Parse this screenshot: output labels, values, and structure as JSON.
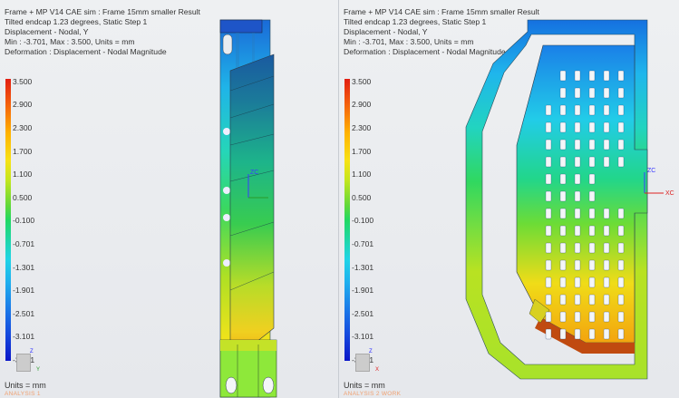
{
  "viewports": [
    {
      "header": [
        "Frame + MP V14 CAE sim : Frame 15mm smaller Result",
        "Tilted endcap 1.23 degrees, Static Step 1",
        "Displacement - Nodal, Y",
        "Min : -3.701, Max : 3.500, Units = mm",
        "Deformation : Displacement - Nodal Magnitude"
      ],
      "units": "Units = mm",
      "analysis": "ANALYSIS 1",
      "csys_label": "ZC",
      "triad": {
        "z": "Z",
        "x": "Y"
      }
    },
    {
      "header": [
        "Frame + MP V14 CAE sim : Frame 15mm smaller Result",
        "Tilted endcap 1.23 degrees, Static Step 1",
        "Displacement - Nodal, Y",
        "Min : -3.701, Max : 3.500, Units = mm",
        "Deformation : Displacement - Nodal Magnitude"
      ],
      "units": "Units = mm",
      "analysis": "ANALYSIS 2 WORK",
      "csys_label": "ZC",
      "csys_label_2": "XC",
      "triad": {
        "z": "Z",
        "x": "X"
      }
    }
  ],
  "legend_values": [
    "3.500",
    "2.900",
    "2.300",
    "1.700",
    "1.100",
    "0.500",
    "-0.100",
    "-0.701",
    "-1.301",
    "-1.901",
    "-2.501",
    "-3.101",
    "-3.701"
  ],
  "colors": {
    "max": "#e21e12",
    "mid": "#22d862",
    "min": "#0a16c8"
  }
}
